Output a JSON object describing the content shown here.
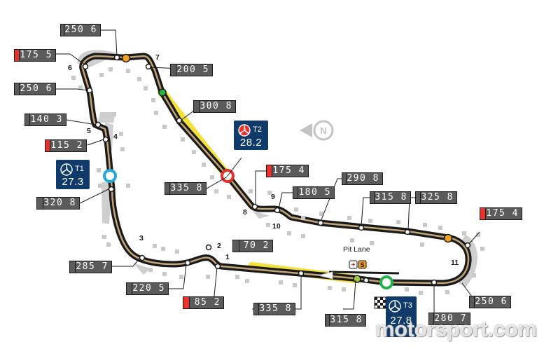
{
  "speed_boxes": [
    {
      "id": "s1",
      "value": "250 6",
      "brake": false
    },
    {
      "id": "s2",
      "value": "175 5",
      "brake": true
    },
    {
      "id": "s3",
      "value": "250 6",
      "brake": false
    },
    {
      "id": "s4",
      "value": "140 3",
      "brake": false
    },
    {
      "id": "s5",
      "value": "115 2",
      "brake": true
    },
    {
      "id": "s6",
      "value": "320 8",
      "brake": false
    },
    {
      "id": "s7",
      "value": "285 7",
      "brake": false
    },
    {
      "id": "s8",
      "value": "220 5",
      "brake": false
    },
    {
      "id": "s9",
      "value": "85 2",
      "brake": true
    },
    {
      "id": "s10",
      "value": "335 8",
      "brake": false
    },
    {
      "id": "s11",
      "value": "315 8",
      "brake": false
    },
    {
      "id": "s12",
      "value": "200 5",
      "brake": false
    },
    {
      "id": "s13",
      "value": "300 8",
      "brake": false
    },
    {
      "id": "s14",
      "value": "335 8",
      "brake": false
    },
    {
      "id": "s15",
      "value": "175 4",
      "brake": true
    },
    {
      "id": "s16",
      "value": "180 5",
      "brake": false
    },
    {
      "id": "s17",
      "value": "290 8",
      "brake": false
    },
    {
      "id": "s18",
      "value": "315 8",
      "brake": false
    },
    {
      "id": "s19",
      "value": "325 8",
      "brake": false
    },
    {
      "id": "s20",
      "value": "175 4",
      "brake": true
    },
    {
      "id": "s21",
      "value": "250 6",
      "brake": false
    },
    {
      "id": "s22",
      "value": "280 7",
      "brake": false
    },
    {
      "id": "s23",
      "value": "70 2",
      "brake": false
    }
  ],
  "turns": [
    "1",
    "2",
    "3",
    "4",
    "5",
    "6",
    "7",
    "8",
    "9",
    "10",
    "11"
  ],
  "timing_points": [
    {
      "label": "T1",
      "value": "27.3",
      "color": "#22a9d8"
    },
    {
      "label": "T2",
      "value": "28.2",
      "color": "#e8322b"
    },
    {
      "label": "T3",
      "value": "27.8",
      "color": "#27b14a"
    }
  ],
  "pit_lane_label": "Pit Lane",
  "pit_icons": [
    "+",
    "S"
  ],
  "compass_letter": "N",
  "watermark": "motorsport.com",
  "colors": {
    "track": "#1a1a1a",
    "track_inner": "#c3a479",
    "runoff": "#cfcfcf",
    "drs": "#f3e13a",
    "t1": "#22a9d8",
    "t2": "#e8322b",
    "t3": "#27b14a",
    "orange_marker": "#f0a020",
    "timing_bg": "#0f3a6a",
    "brake_cap": "#e8322b"
  }
}
